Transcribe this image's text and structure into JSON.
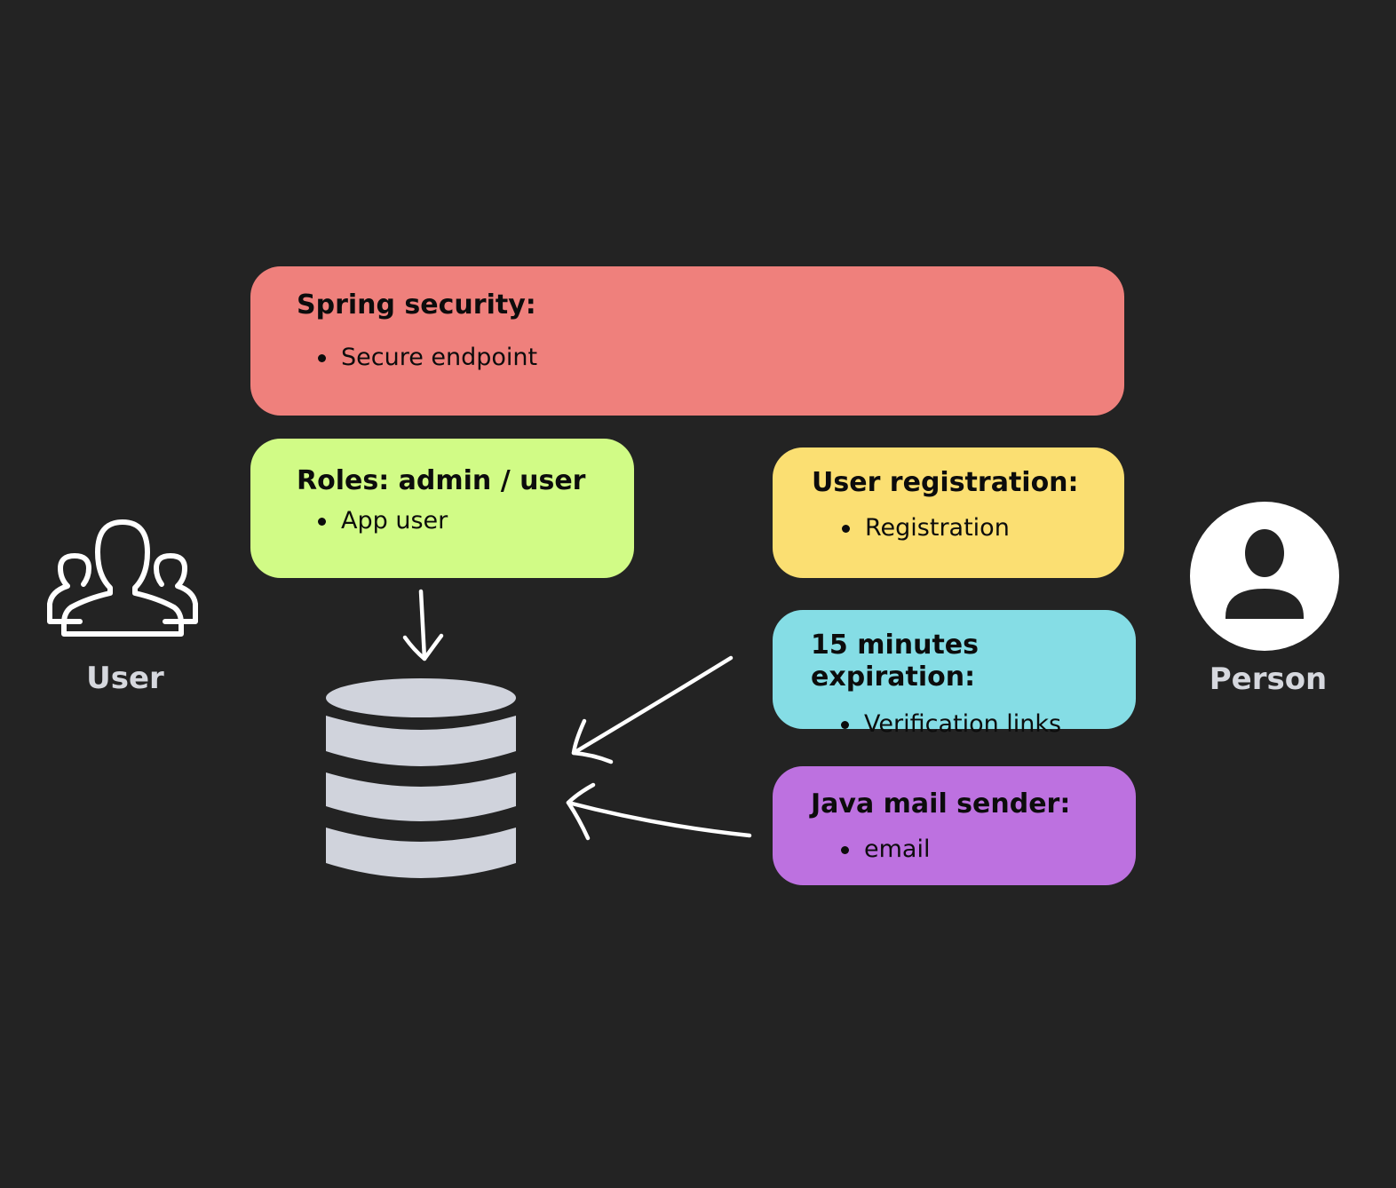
{
  "boxes": {
    "spring": {
      "title": "Spring security:",
      "items": [
        "Secure endpoint"
      ],
      "color": "#ef807c"
    },
    "roles": {
      "title": "Roles: admin / user",
      "items": [
        "App user"
      ],
      "color": "#d1fb86"
    },
    "registration": {
      "title": "User registration:",
      "items": [
        "Registration"
      ],
      "color": "#fbdf72"
    },
    "expiration": {
      "title": "15 minutes expiration:",
      "items": [
        "Verification links"
      ],
      "color": "#85dde5"
    },
    "mail": {
      "title": "Java mail sender:",
      "items": [
        "email"
      ],
      "color": "#bd71e0"
    }
  },
  "actors": {
    "user": {
      "label": "User",
      "icon": "users-group-icon"
    },
    "person": {
      "label": "Person",
      "icon": "person-circle-icon"
    }
  },
  "database": {
    "icon": "database-icon",
    "color": "#d0d3dc"
  },
  "background": "#232323"
}
